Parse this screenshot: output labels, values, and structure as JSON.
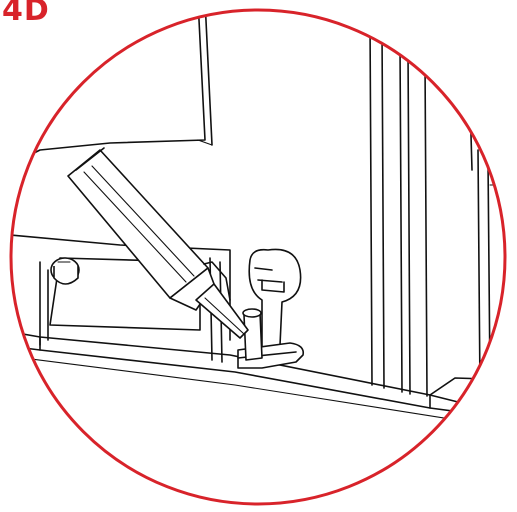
{
  "step": {
    "label": "4D"
  },
  "colors": {
    "accent": "#d8232a",
    "line": "#111111",
    "background": "#ffffff"
  },
  "icons": {
    "lens": "magnified-detail-circle",
    "tool": "sealant-tube",
    "part": "pivot-pin-bracket"
  }
}
